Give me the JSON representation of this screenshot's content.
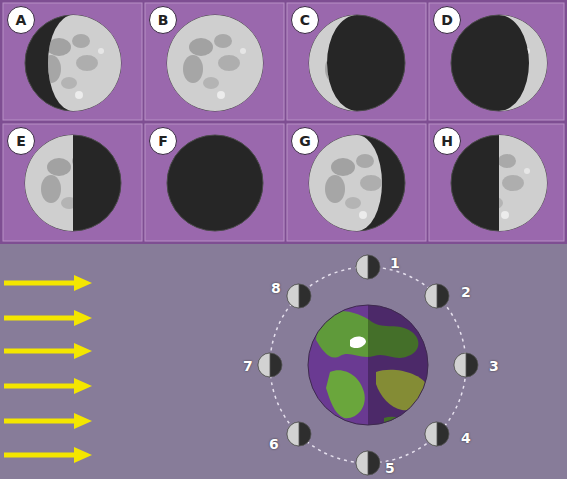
{
  "diagram": {
    "nodes": [
      {
        "text": [
          "A"
        ]
      },
      {
        "text": [
          "B"
        ]
      },
      {
        "text": [
          "C"
        ]
      },
      {
        "text": [
          "D"
        ]
      },
      {
        "text": [
          "E"
        ]
      },
      {
        "text": [
          "F"
        ]
      },
      {
        "text": [
          "G"
        ]
      },
      {
        "text": [
          "H"
        ]
      }
    ],
    "labels": [
      "1",
      "2",
      "3",
      "4",
      "5",
      "6",
      "7",
      "8"
    ]
  }
}
